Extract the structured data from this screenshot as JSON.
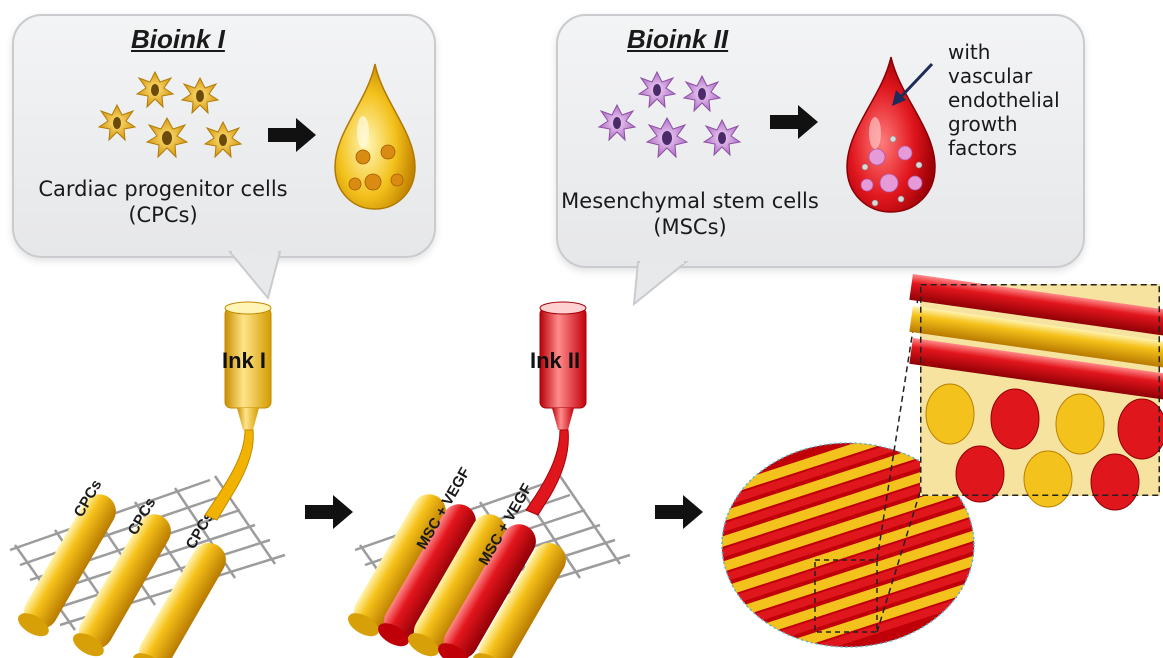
{
  "bioink1": {
    "title": "Bioink I",
    "caption_line1": "Cardiac progenitor cells",
    "caption_line2": "(CPCs)"
  },
  "bioink2": {
    "title": "Bioink II",
    "caption_line1": "Mesenchymal stem cells",
    "caption_line2": "(MSCs)",
    "vegf": [
      "with",
      "vascular",
      "endothelial",
      "growth",
      "factors"
    ]
  },
  "ink1": {
    "label": "Ink I",
    "strand_label": "CPCs"
  },
  "ink2": {
    "label": "Ink II",
    "strand_label": "MSC + VEGF"
  },
  "colors": {
    "yellow": "#f2b705",
    "red": "#e0161d",
    "purple": "#c98fd6",
    "grid": "#a9a9a9",
    "bubble": "#ececee"
  },
  "icons": [
    "arrow-right-icon",
    "yellow-cell-icon",
    "purple-cell-icon",
    "droplet-icon",
    "syringe-icon",
    "mesh-grid-icon",
    "scaffold-icon"
  ]
}
